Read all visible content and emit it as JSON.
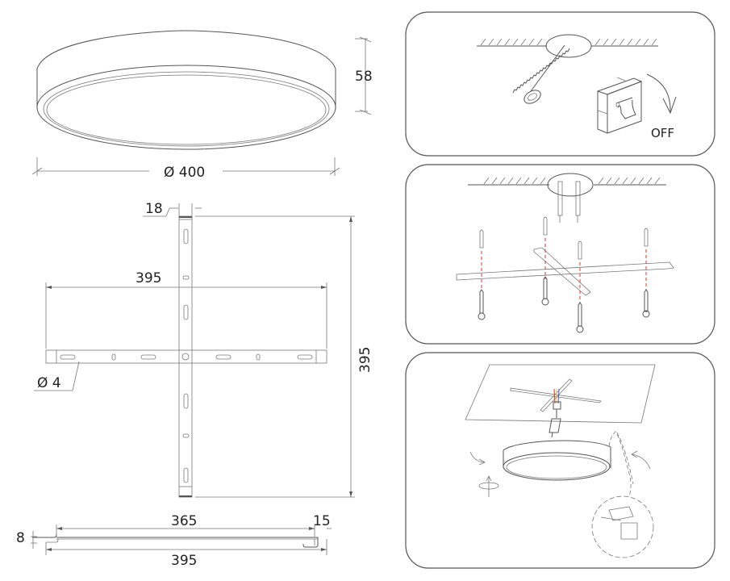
{
  "figure": {
    "type": "installation-and-dimension-diagram",
    "subject": "round ceiling light fixture"
  },
  "dimensions": {
    "fixture_height": "58",
    "fixture_diameter": "Ø 400",
    "bracket_width": "18",
    "bracket_horizontal_length": "395",
    "bracket_vertical_length": "395",
    "hole_diameter": "Ø 4",
    "side_profile_inner_length": "365",
    "side_profile_hook_width": "15",
    "side_profile_depth": "8",
    "side_profile_total_length": "395"
  },
  "steps": [
    {
      "index": 1,
      "name": "power-off",
      "label": "OFF"
    },
    {
      "index": 2,
      "name": "mount-bracket"
    },
    {
      "index": 3,
      "name": "attach-fixture"
    }
  ],
  "colors": {
    "line": "#555555",
    "guide_dash": "#d43a3a",
    "wire_red": "#d43a3a",
    "wire_yellow": "#e8c040",
    "wire_blue": "#3a5fd4"
  }
}
